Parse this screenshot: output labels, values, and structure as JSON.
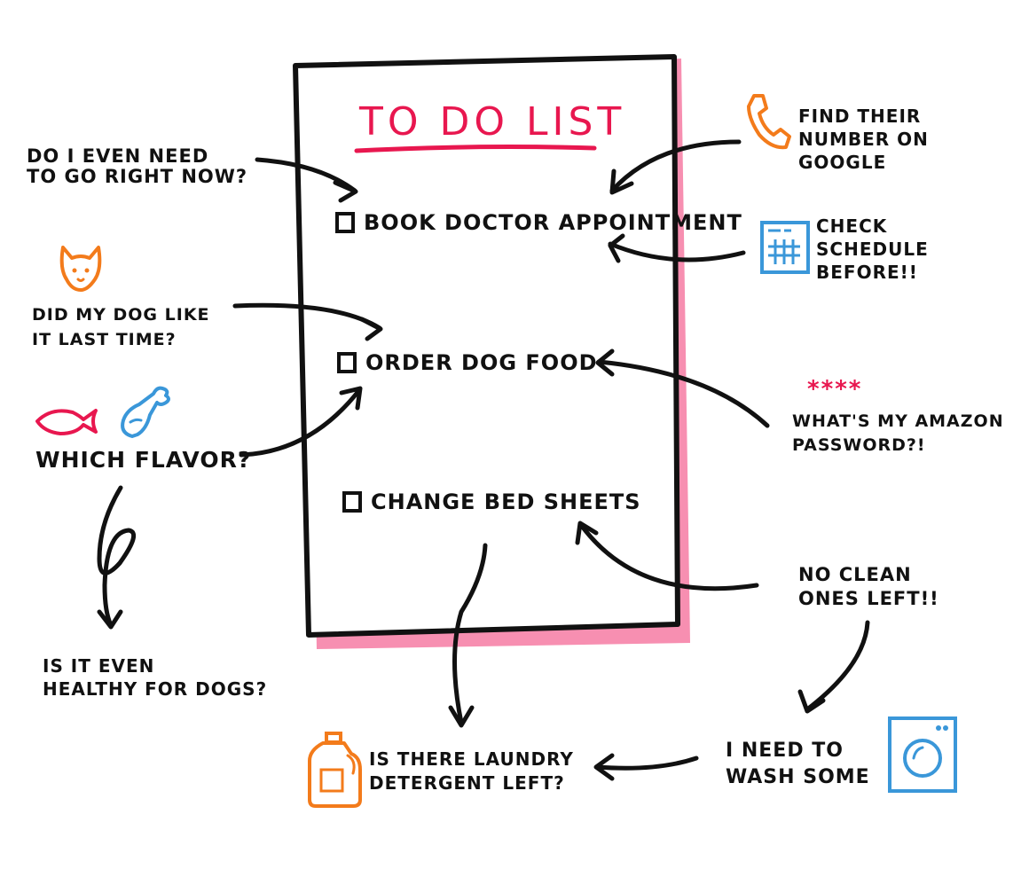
{
  "colors": {
    "ink": "#111111",
    "title": "#e8174f",
    "paper_shadow": "#f78fb1",
    "orange": "#f37b1b",
    "blue": "#3a97d9",
    "pink": "#e8174f"
  },
  "paper": {
    "title": "TO DO LIST",
    "items": [
      {
        "label": "BOOK DOCTOR APPOINTMENT",
        "checked": false
      },
      {
        "label": "ORDER DOG FOOD",
        "checked": false
      },
      {
        "label": "CHANGE BED SHEETS",
        "checked": false
      }
    ]
  },
  "notes": {
    "need_to_go": [
      "DO I EVEN NEED",
      "TO GO RIGHT NOW?"
    ],
    "dog_like": [
      "DID MY DOG LIKE",
      "IT LAST TIME?"
    ],
    "flavor": [
      "WHICH FLAVOR?"
    ],
    "healthy": [
      "IS IT EVEN",
      "HEALTHY FOR DOGS?"
    ],
    "detergent": [
      "IS THERE LAUNDRY",
      "DETERGENT LEFT?"
    ],
    "find_number": [
      "FIND THEIR",
      "NUMBER ON",
      "GOOGLE"
    ],
    "check_schedule": [
      "CHECK",
      "SCHEDULE",
      "BEFORE!!"
    ],
    "password_stars": "****",
    "password": [
      "WHAT'S MY AMAZON",
      "PASSWORD?!"
    ],
    "no_clean": [
      "NO CLEAN",
      "ONES LEFT!!"
    ],
    "wash": [
      "I NEED TO",
      "WASH SOME"
    ]
  },
  "icons": {
    "cat": "cat-face-icon",
    "fish": "fish-icon",
    "drumstick": "chicken-drumstick-icon",
    "phone": "phone-icon",
    "calendar": "calendar-icon",
    "detergent": "detergent-bottle-icon",
    "washer": "washing-machine-icon"
  }
}
